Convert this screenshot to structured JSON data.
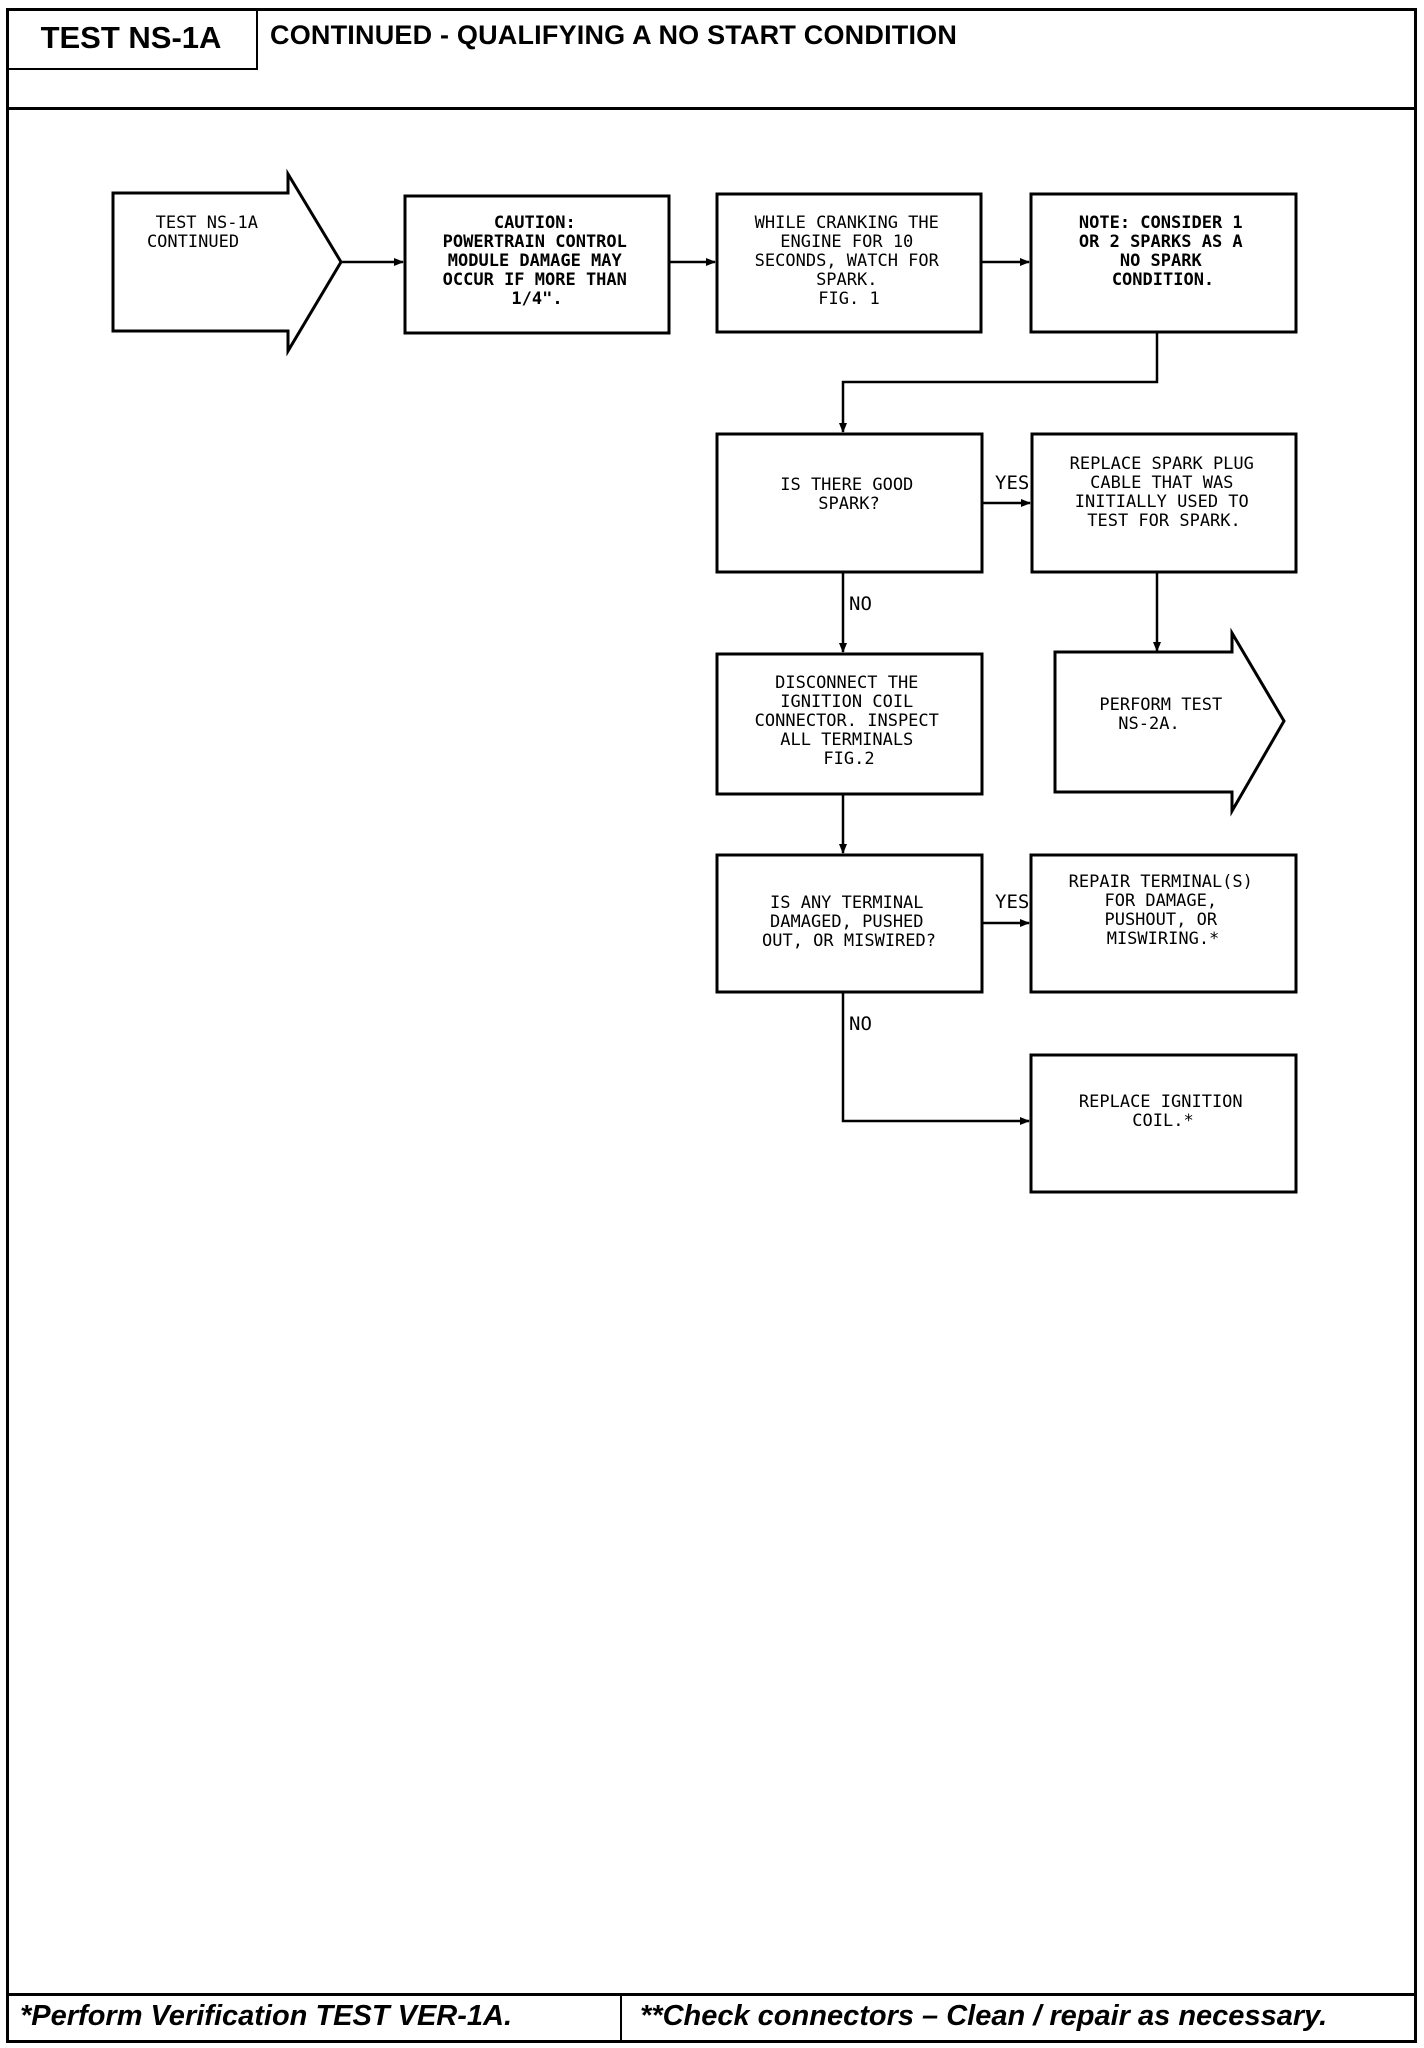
{
  "header": {
    "test_id": "TEST NS-1A",
    "title": "CONTINUED - QUALIFYING A NO START CONDITION"
  },
  "flowchart": {
    "entry": [
      "TEST NS-1A",
      "CONTINUED"
    ],
    "caution": [
      "CAUTION:",
      "POWERTRAIN CONTROL",
      "MODULE DAMAGE MAY",
      "OCCUR IF MORE THAN",
      "1/4\"."
    ],
    "crank": [
      "WHILE CRANKING THE",
      "ENGINE FOR 10",
      "SECONDS, WATCH FOR",
      "SPARK.",
      "FIG. 1"
    ],
    "note": [
      "NOTE: CONSIDER 1",
      "OR 2 SPARKS AS A",
      "NO SPARK",
      "CONDITION."
    ],
    "good_spark": [
      "IS THERE GOOD",
      "SPARK?"
    ],
    "replace_cable": [
      "REPLACE SPARK PLUG",
      "CABLE THAT WAS",
      "INITIALLY USED TO",
      "TEST FOR SPARK."
    ],
    "disconnect": [
      "DISCONNECT THE",
      "IGNITION COIL",
      "CONNECTOR. INSPECT",
      "ALL TERMINALS",
      "FIG.2"
    ],
    "perform": [
      "PERFORM TEST",
      "NS-2A."
    ],
    "terminal_q": [
      "IS ANY TERMINAL",
      "DAMAGED, PUSHED",
      "OUT, OR MISWIRED?"
    ],
    "repair": [
      "REPAIR TERMINAL(S)",
      "FOR DAMAGE,",
      "PUSHOUT, OR",
      "MISWIRING.*"
    ],
    "replace_coil": [
      "REPLACE IGNITION",
      "COIL.*"
    ],
    "yes_label": "YES",
    "no_label": "NO"
  },
  "footer": {
    "left": "*Perform Verification TEST VER-1A.",
    "right": "**Check connectors – Clean / repair as necessary."
  }
}
